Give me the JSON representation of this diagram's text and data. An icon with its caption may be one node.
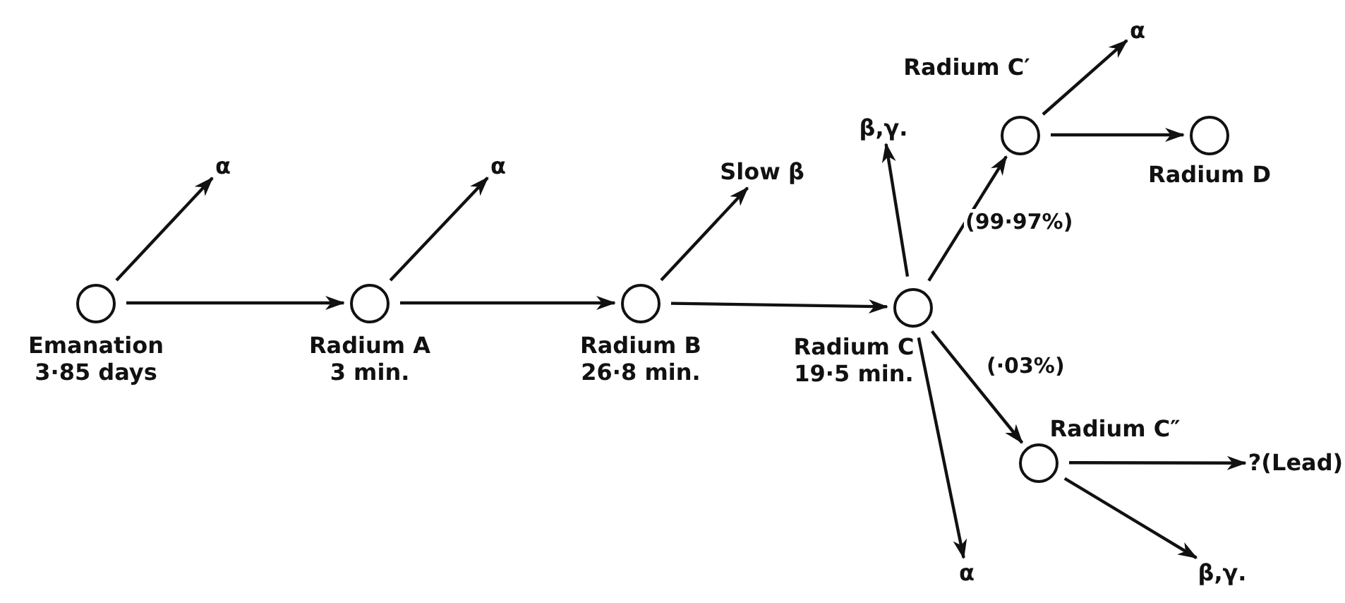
{
  "diagram": {
    "nodes": [
      {
        "text": [],
        "shape": "circle",
        "beside": [
          "Emanation",
          "3·85 days"
        ]
      },
      {
        "text": [],
        "shape": "circle",
        "beside": [
          "Radium A",
          "3 min."
        ]
      },
      {
        "text": [],
        "shape": "circle",
        "beside": [
          "Radium B",
          "26·8 min."
        ]
      },
      {
        "text": [],
        "shape": "circle",
        "beside": [
          "Radium C",
          "19·5 min."
        ]
      },
      {
        "text": [],
        "shape": "circle",
        "beside": [
          "Radium C′"
        ]
      },
      {
        "text": [],
        "shape": "circle",
        "beside": [
          "Radium D"
        ]
      },
      {
        "text": [],
        "shape": "circle",
        "beside": [
          "Radium C″"
        ]
      },
      {
        "text": [
          "α"
        ]
      },
      {
        "text": [
          "α"
        ]
      },
      {
        "text": [
          "Slow β"
        ]
      },
      {
        "text": [
          "β,γ."
        ]
      },
      {
        "text": [
          "α"
        ]
      },
      {
        "text": [
          "α"
        ]
      },
      {
        "text": [
          "?(Lead)"
        ]
      },
      {
        "text": [
          "β,γ."
        ]
      }
    ],
    "edges": [
      {
        "from": 0,
        "to": 1,
        "arrow": "to"
      },
      {
        "from": 0,
        "to": 7,
        "arrow": "to"
      },
      {
        "from": 1,
        "to": 2,
        "arrow": "to"
      },
      {
        "from": 1,
        "to": 8,
        "arrow": "to"
      },
      {
        "from": 2,
        "to": 3,
        "arrow": "to"
      },
      {
        "from": 2,
        "to": 9,
        "arrow": "to"
      },
      {
        "from": 3,
        "to": 10,
        "arrow": "to"
      },
      {
        "from": 3,
        "to": 4,
        "arrow": "to",
        "label": "(99·97%)"
      },
      {
        "from": 3,
        "to": 12,
        "arrow": "to"
      },
      {
        "from": 3,
        "to": 6,
        "arrow": "to",
        "label": "(·03%)"
      },
      {
        "from": 4,
        "to": 11,
        "arrow": "to"
      },
      {
        "from": 4,
        "to": 5,
        "arrow": "to"
      },
      {
        "from": 6,
        "to": 13,
        "arrow": "to"
      },
      {
        "from": 6,
        "to": 14,
        "arrow": "to"
      }
    ]
  }
}
